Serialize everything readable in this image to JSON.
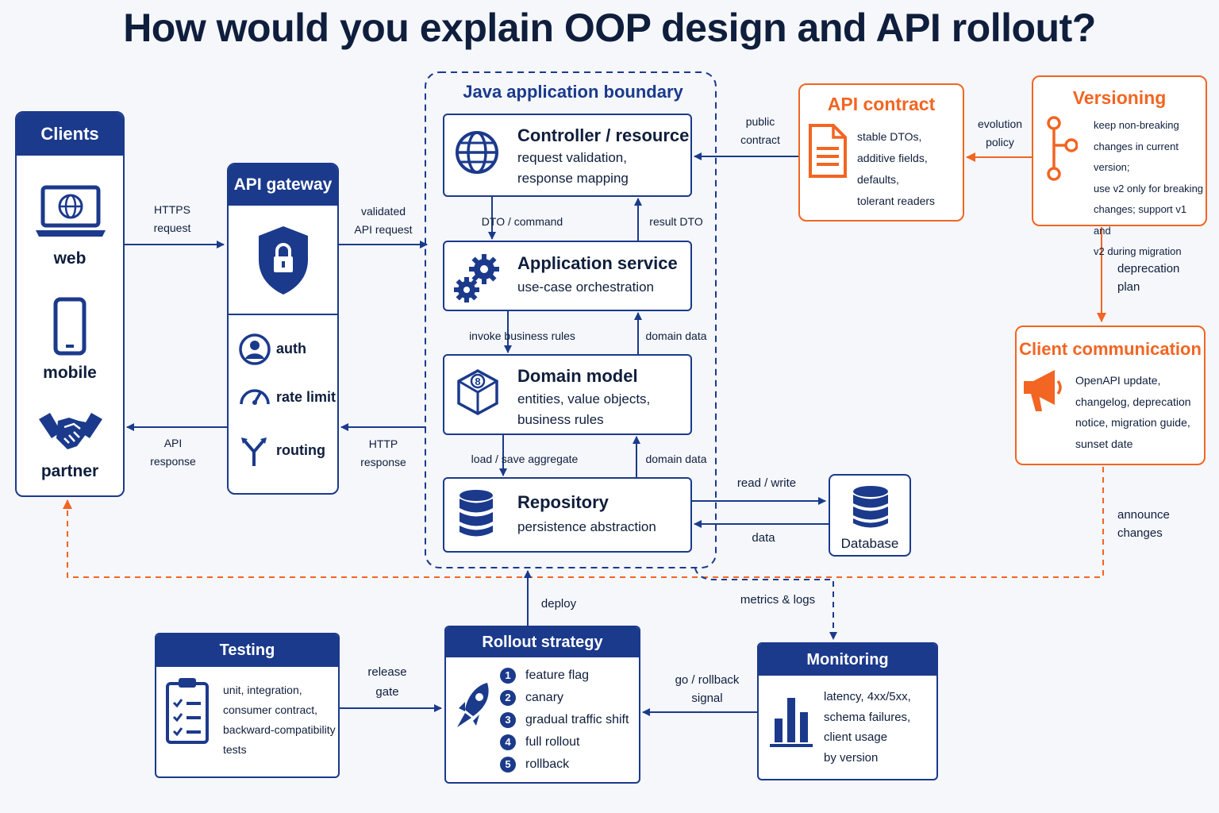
{
  "title": "How would you explain OOP design and API rollout?",
  "colors": {
    "navy": "#1b3a8c",
    "orange": "#f26522",
    "text": "#0f1e3c",
    "background": "#f5f7fb"
  },
  "clients": {
    "title": "Clients",
    "items": [
      {
        "label": "web",
        "icon": "laptop-globe-icon"
      },
      {
        "label": "mobile",
        "icon": "smartphone-icon"
      },
      {
        "label": "partner",
        "icon": "handshake-icon"
      }
    ]
  },
  "gateway": {
    "title": "API gateway",
    "shield_icon": "shield-lock-icon",
    "features": [
      {
        "label": "auth",
        "icon": "user-icon"
      },
      {
        "label": "rate limit",
        "icon": "gauge-icon"
      },
      {
        "label": "routing",
        "icon": "routing-icon"
      }
    ]
  },
  "boundary": {
    "title": "Java application boundary"
  },
  "layers": [
    {
      "title": "Controller / resource",
      "body": "request validation,\nresponse mapping",
      "icon": "globe-icon"
    },
    {
      "title": "Application service",
      "body": "use-case orchestration",
      "icon": "gears-icon"
    },
    {
      "title": "Domain model",
      "body": "entities, value objects,\nbusiness rules",
      "icon": "cube-icon"
    },
    {
      "title": "Repository",
      "body": "persistence abstraction",
      "icon": "database-icon"
    }
  ],
  "database": {
    "label": "Database",
    "icon": "database-icon"
  },
  "api_contract": {
    "title": "API contract",
    "body": "stable DTOs,\nadditive fields, defaults,\ntolerant readers",
    "icon": "document-icon"
  },
  "versioning": {
    "title": "Versioning",
    "body": "keep non-breaking\nchanges in current version;\nuse v2 only for breaking\nchanges; support v1 and\nv2 during migration",
    "icon": "branch-icon"
  },
  "client_communication": {
    "title": "Client communication",
    "body": "OpenAPI update,\nchangelog, deprecation\nnotice, migration guide,\nsunset date",
    "icon": "megaphone-icon"
  },
  "testing": {
    "title": "Testing",
    "body": "unit, integration,\nconsumer contract,\nbackward-compatibility\ntests",
    "icon": "checklist-icon"
  },
  "rollout": {
    "title": "Rollout strategy",
    "icon": "rocket-icon",
    "steps": [
      {
        "num": "1",
        "label": "feature flag"
      },
      {
        "num": "2",
        "label": "canary"
      },
      {
        "num": "3",
        "label": "gradual traffic shift"
      },
      {
        "num": "4",
        "label": "full rollout"
      },
      {
        "num": "5",
        "label": "rollback"
      }
    ]
  },
  "monitoring": {
    "title": "Monitoring",
    "body": "latency, 4xx/5xx,\nschema failures,\nclient usage\nby version",
    "icon": "bar-chart-icon"
  },
  "edges": {
    "https_request": "HTTPS\nrequest",
    "api_response": "API\nresponse",
    "validated_request": "validated\nAPI request",
    "http_response": "HTTP\nresponse",
    "dto_command": "DTO / command",
    "result_dto": "result DTO",
    "invoke_rules": "invoke business rules",
    "domain_data_1": "domain data",
    "load_save": "load / save aggregate",
    "domain_data_2": "domain data",
    "read_write": "read / write",
    "data": "data",
    "public_contract": "public\ncontract",
    "evolution_policy": "evolution\npolicy",
    "deprecation_plan": "deprecation\nplan",
    "announce_changes": "announce\nchanges",
    "deploy": "deploy",
    "metrics_logs": "metrics & logs",
    "release_gate": "release\ngate",
    "go_rollback": "go / rollback\nsignal"
  }
}
